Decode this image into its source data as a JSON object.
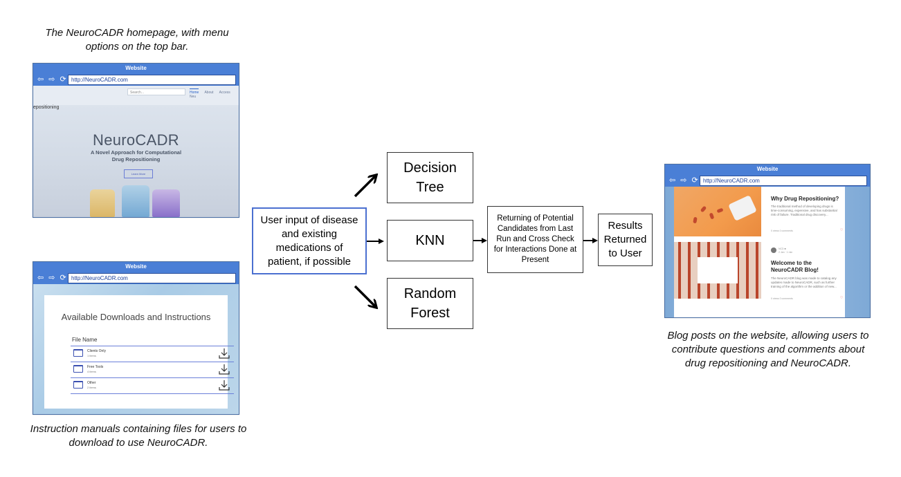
{
  "captions": {
    "home": "The NeuroCADR homepage, with menu options on the top bar.",
    "downloads": "Instruction manuals containing files for users to download to use NeuroCADR.",
    "blog": "Blog posts on the website, allowing users to contribute questions and comments about drug repositioning and NeuroCADR."
  },
  "browser": {
    "title": "Website",
    "url": "http://NeuroCADR.com",
    "nav_icons": "⇦ ⇨ ⟳"
  },
  "home": {
    "search_placeholder": "Search...",
    "tabs": [
      "Home",
      "About",
      "Access Neu"
    ],
    "left_text": "epositioning",
    "title": "NeuroCADR",
    "subtitle_line1": "A Novel Approach for Computational",
    "subtitle_line2": "Drug Repositioning",
    "button": "Learn More"
  },
  "downloads": {
    "title": "Available Downloads and Instructions",
    "column": "File Name",
    "rows": [
      {
        "name": "Clients Only",
        "count": "1 items"
      },
      {
        "name": "Free Tools",
        "count": "4 items"
      },
      {
        "name": "Other",
        "count": "2 items"
      }
    ]
  },
  "blog": {
    "post1": {
      "title": "Why Drug Repositioning?",
      "body": "The traditional method of developing drugs is time-consuming, expensive, and has substantial risk of failure. Traditional drug discovery...",
      "meta": "0 views   0 comments"
    },
    "post2": {
      "author": "NCD ■",
      "date": "2 Jan · 1 min",
      "title": "Welcome to the NeuroCADR Blog!",
      "body": "The NeuroCADR blog was made to catalog any updates made to NeuroCADR, such as further training of the algorithm or the addition of new...",
      "meta": "0 views   0 comments"
    }
  },
  "flow": {
    "input": "User input of disease and existing medications of patient, if possible",
    "models": [
      "Decision Tree",
      "KNN",
      "Random Forest"
    ],
    "returning": "Returning of Potential Candidates from Last Run and Cross Check for Interactions Done at Present",
    "results": "Results Returned to User"
  },
  "colors": {
    "browser_bar": "#4a7fd6",
    "input_border": "#4a6fd0",
    "download_lines": "#6a7fd9"
  }
}
